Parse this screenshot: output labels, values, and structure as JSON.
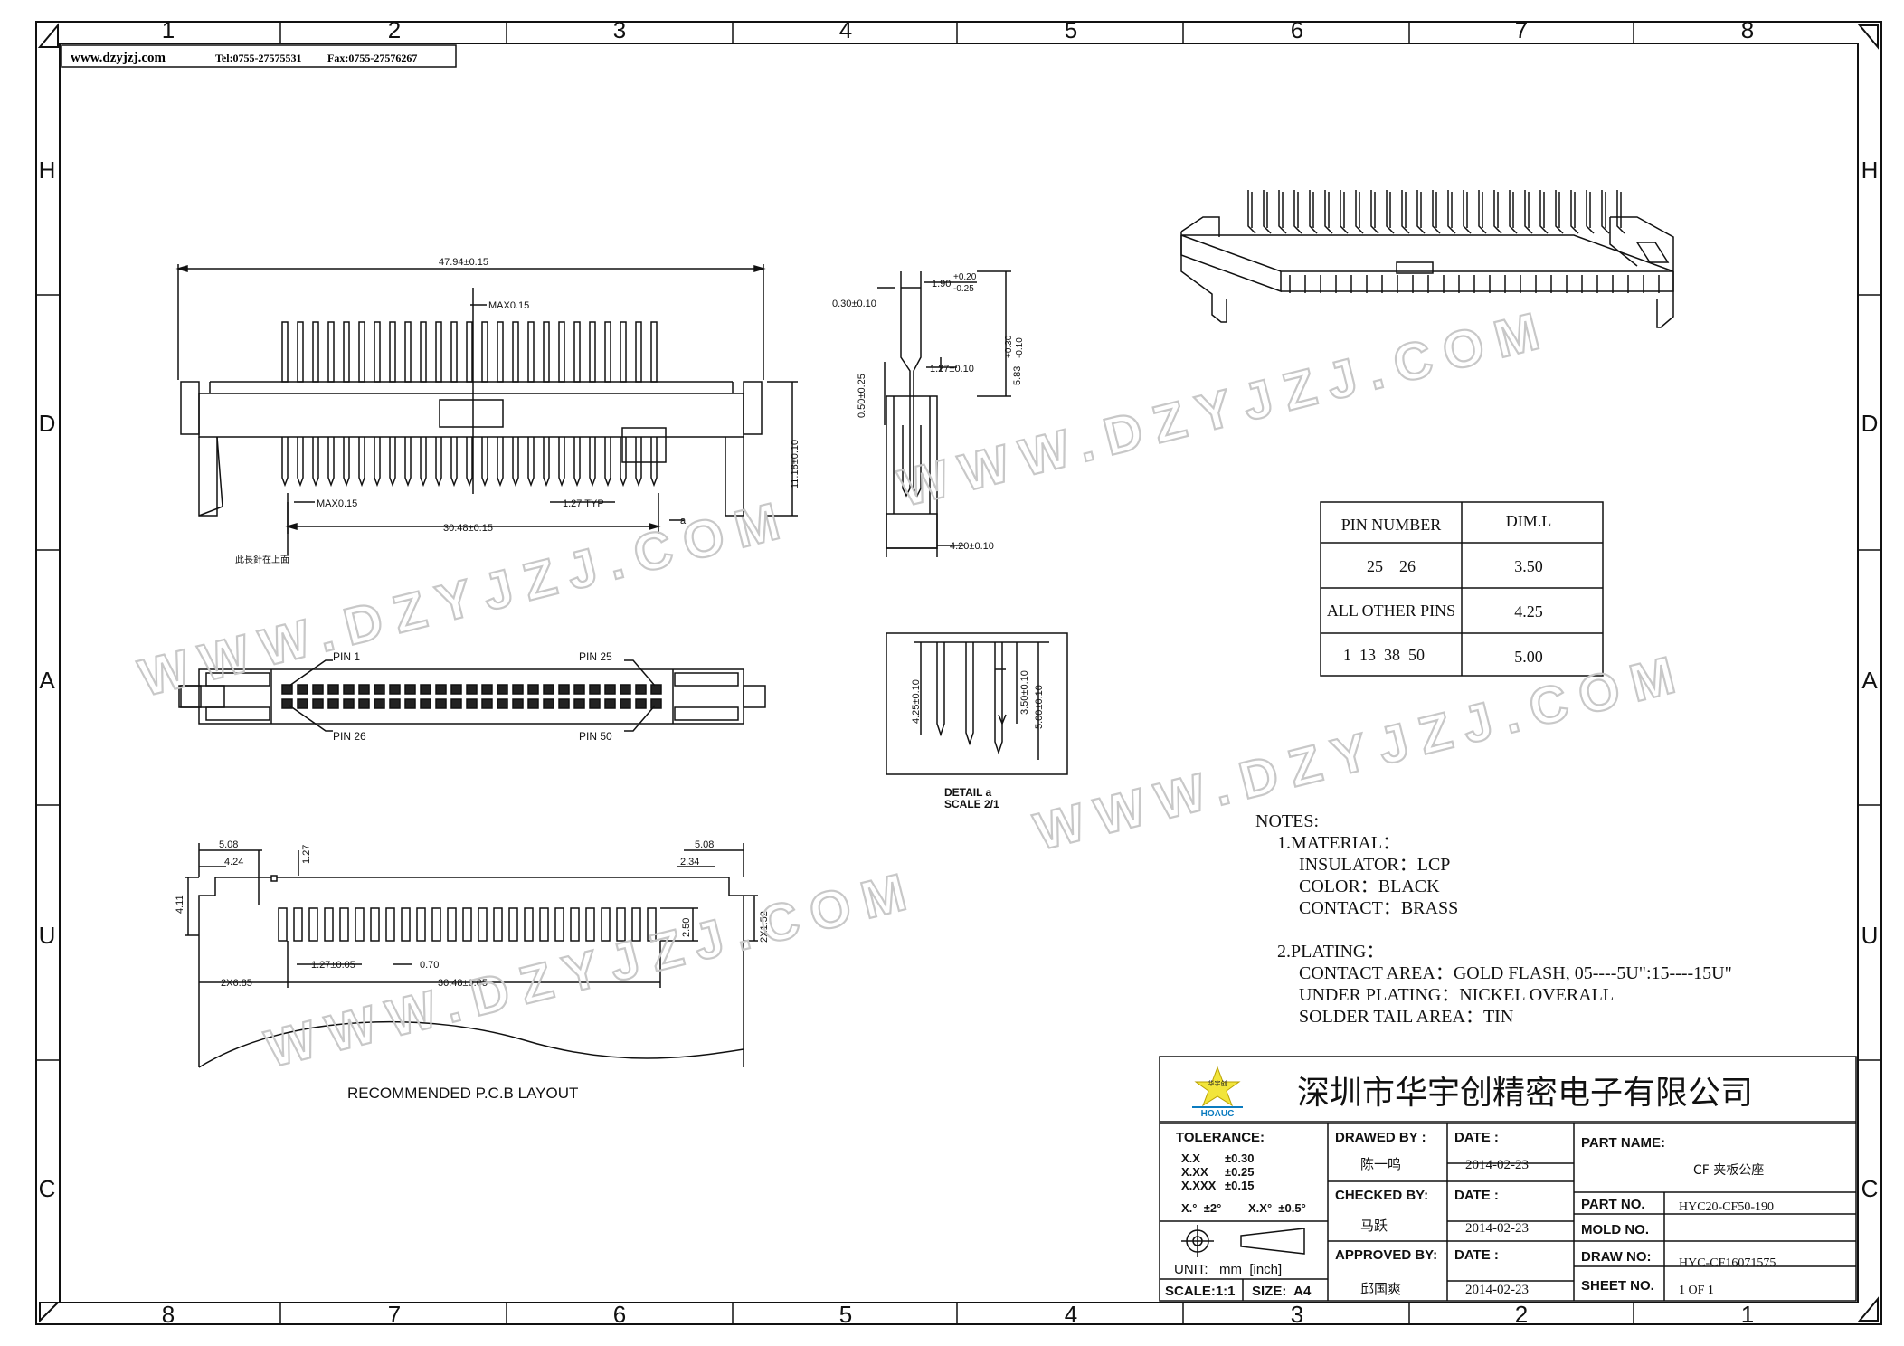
{
  "header": {
    "website": "www.dzyjzj.com",
    "tel": "Tel:0755-27575531",
    "fax": "Fax:0755-27576267"
  },
  "grid": {
    "top_numbers": [
      "1",
      "2",
      "3",
      "4",
      "5",
      "6",
      "7",
      "8"
    ],
    "bottom_numbers": [
      "8",
      "7",
      "6",
      "5",
      "4",
      "3",
      "2",
      "1"
    ],
    "side_letters": [
      "H",
      "D",
      "A",
      "U",
      "C"
    ]
  },
  "front_view": {
    "overall_width": "47.94±0.15",
    "max_top": "MAX0.15",
    "height": "11.18±0.10",
    "max_bottom": "MAX0.15",
    "pitch": "1.27 TYP",
    "pin_span": "30.48±0.15",
    "detail_ref": "a",
    "note_cn": "此長針在上面"
  },
  "side_view": {
    "dim_thickness": "0.30±0.10",
    "dim_width_tol": "1.90",
    "dim_width_plus": "+0.20",
    "dim_width_minus": "-0.25",
    "dim_offset": "0.50±0.25",
    "dim_pitch": "1.27±0.10",
    "dim_height": "5.83",
    "dim_height_plus": "+0.30",
    "dim_height_minus": "-0.10",
    "dim_depth": "4.20±0.10"
  },
  "top_view": {
    "pin1": "PIN 1",
    "pin25": "PIN 25",
    "pin26": "PIN 26",
    "pin50": "PIN 50"
  },
  "detail": {
    "dim1": "4.25±0.10",
    "dim2": "3.50±0.10",
    "dim3": "5.00±0.10",
    "title": "DETAIL a",
    "scale": "SCALE 2/1"
  },
  "pcb_layout": {
    "d_508_left": "5.08",
    "d_424": "4.24",
    "d_127": "1.27",
    "d_411": "4.11",
    "d_508_right": "5.08",
    "d_234": "2.34",
    "d_250": "2.50",
    "d_2x152": "2X1.52",
    "d_pitch": "1.27±0.05",
    "d_070": "0.70",
    "d_span": "30.48±0.05",
    "d_2x685": "2X6.85",
    "title": "RECOMMENDED P.C.B LAYOUT"
  },
  "pin_table": {
    "headers": [
      "PIN NUMBER",
      "DIM.L"
    ],
    "rows": [
      [
        "25    26",
        "3.50"
      ],
      [
        "ALL OTHER PINS",
        "4.25"
      ],
      [
        "1  13  38  50",
        "5.00"
      ]
    ]
  },
  "notes": {
    "title": "NOTES:",
    "lines": [
      "1.MATERIAL：",
      "INSULATOR：LCP",
      "COLOR：BLACK",
      "CONTACT：BRASS",
      "2.PLATING：",
      "CONTACT AREA：GOLD FLASH, 05----5U\":15----15U\"",
      "UNDER PLATING：NICKEL OVERALL",
      "SOLDER TAIL AREA：TIN"
    ]
  },
  "title_block": {
    "company": "深圳市华宇创精密电子有限公司",
    "logo_text": "HOAUC",
    "logo_cn": "华宇创",
    "tolerance_label": "TOLERANCE:",
    "tolerance": [
      [
        "X.X",
        "±0.30"
      ],
      [
        "X.XX",
        "±0.25"
      ],
      [
        "X.XXX",
        "±0.15"
      ]
    ],
    "angle_1": "X.°  ±2°",
    "angle_2": "X.X°  ±0.5°",
    "unit_label": "UNIT:",
    "unit_value": "mm  [inch]",
    "scale": "SCALE:1:1",
    "size": "SIZE:  A4",
    "drawn_by_label": "DRAWED BY :",
    "drawn_by": "陈一鸣",
    "checked_by_label": "CHECKED BY:",
    "checked_by": "马跃",
    "approved_by_label": "APPROVED BY:",
    "approved_by": "邱国爽",
    "date_label": "DATE :",
    "date1": "2014-02-23",
    "date2": "2014-02-23",
    "date3": "2014-02-23",
    "part_name_label": "PART NAME:",
    "part_name": "CF 夹板公座",
    "part_no_label": "PART NO.",
    "part_no": "HYC20-CF50-190",
    "mold_no_label": "MOLD NO.",
    "mold_no": "",
    "draw_no_label": "DRAW NO:",
    "draw_no": "HYC-CF16071575",
    "sheet_no_label": "SHEET NO.",
    "sheet_no": "1 OF 1"
  },
  "watermark": "WWW.DZYJZJ.COM"
}
